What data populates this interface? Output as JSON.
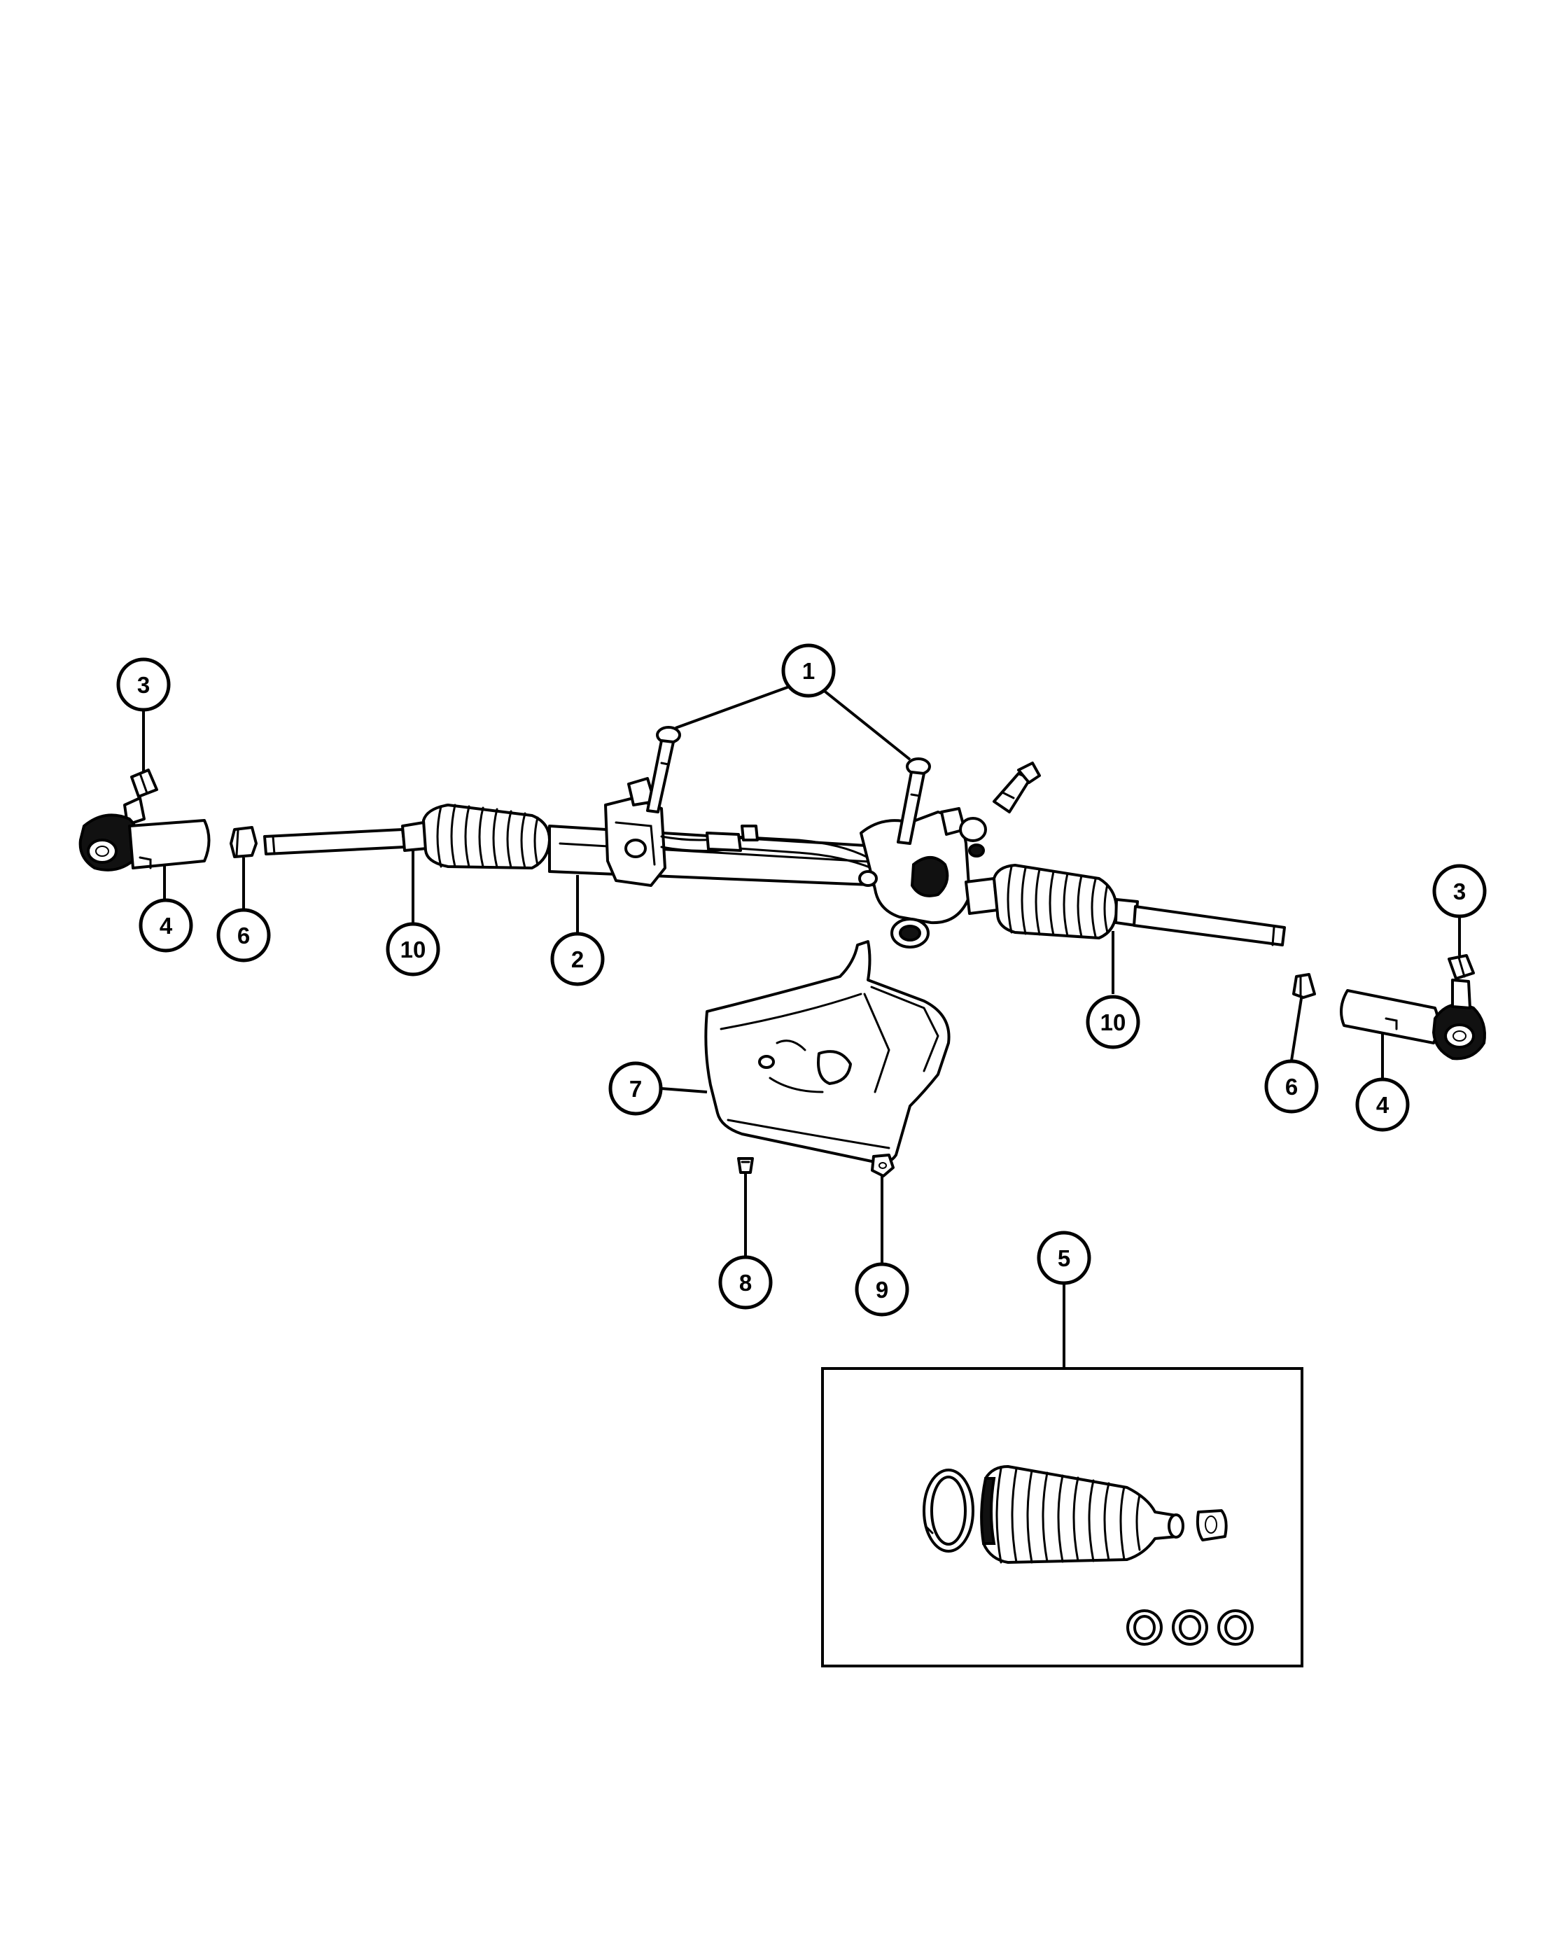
{
  "callouts": [
    {
      "id": "c1",
      "label": "1"
    },
    {
      "id": "c2",
      "label": "2"
    },
    {
      "id": "c3a",
      "label": "3"
    },
    {
      "id": "c3b",
      "label": "3"
    },
    {
      "id": "c4a",
      "label": "4"
    },
    {
      "id": "c4b",
      "label": "4"
    },
    {
      "id": "c5",
      "label": "5"
    },
    {
      "id": "c6a",
      "label": "6"
    },
    {
      "id": "c6b",
      "label": "6"
    },
    {
      "id": "c7",
      "label": "7"
    },
    {
      "id": "c8",
      "label": "8"
    },
    {
      "id": "c9",
      "label": "9"
    },
    {
      "id": "c10a",
      "label": "10"
    },
    {
      "id": "c10b",
      "label": "10"
    }
  ],
  "colors": {
    "line": "#000000",
    "background": "#ffffff"
  }
}
